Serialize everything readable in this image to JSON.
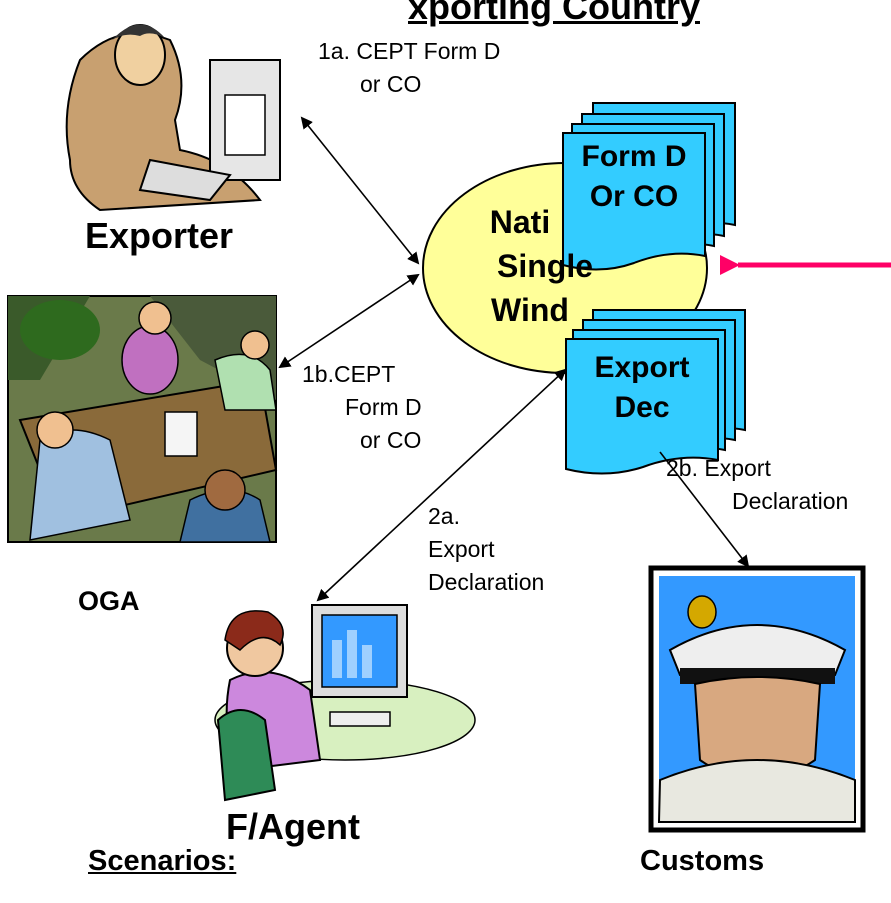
{
  "title_fragment": "xporting Country",
  "actors": {
    "exporter": "Exporter",
    "oga": "OGA",
    "agent": "F/Agent",
    "customs": "Customs"
  },
  "hub": {
    "line1": "Nati",
    "line2": "Single",
    "line3": "Wind"
  },
  "documents": {
    "formd_line1": "Form D",
    "formd_line2": "Or CO",
    "export_line1": "Export",
    "export_line2": "Dec"
  },
  "flows": {
    "f1a_line1": "1a. CEPT Form D",
    "f1a_line2": "or CO",
    "f1b_line1": "1b.CEPT",
    "f1b_line2": "Form D",
    "f1b_line3": "or CO",
    "f2a_line1": "2a.",
    "f2a_line2": "Export",
    "f2a_line3": "Declaration",
    "f2b_line1": "2b. Export",
    "f2b_line2": "Declaration"
  },
  "footer": {
    "scenarios": "Scenarios:"
  },
  "colors": {
    "hub_fill": "#ffff99",
    "doc_fill": "#33ccff",
    "incoming_arrow": "#ff0066"
  }
}
